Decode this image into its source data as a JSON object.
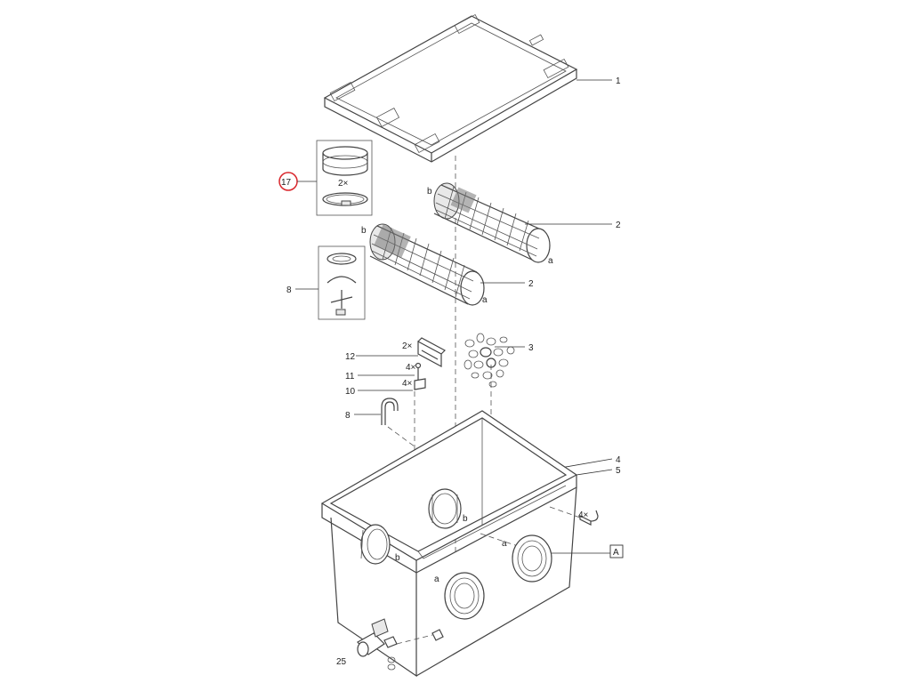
{
  "labels": {
    "lid": "1",
    "filter_upper": "2",
    "filter_lower": "2",
    "media": "3",
    "screw": "4",
    "washer": "5",
    "hose_kit": "8",
    "hook": "8",
    "sleeve": "10",
    "pin": "11",
    "bracket": "12",
    "clamp_kit": "17",
    "valve": "25",
    "housing": "A"
  },
  "qty": {
    "clamp_kit": "2×",
    "bracket": "2×",
    "pin": "4×",
    "sleeve": "4×",
    "housing_feet": "4×"
  },
  "port_marks": {
    "a": "a",
    "b": "b"
  },
  "highlight_color": "#d9262c"
}
